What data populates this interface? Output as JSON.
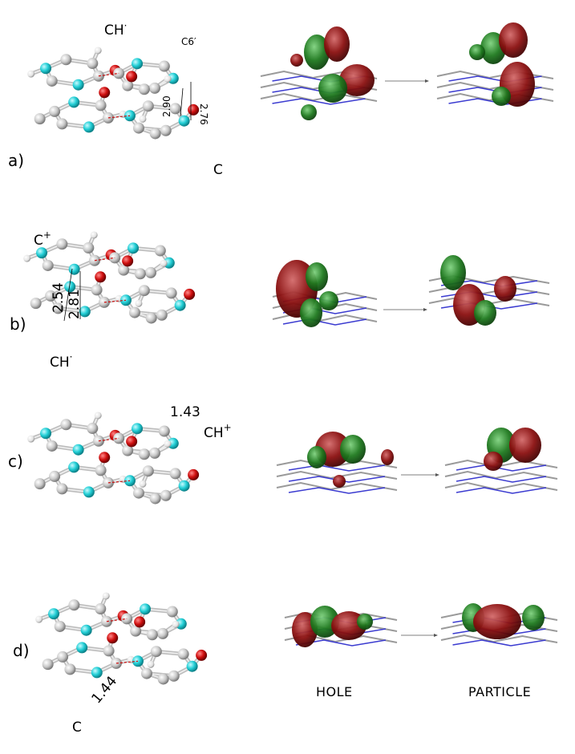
{
  "panels": [
    {
      "label": "a)",
      "atom_labels": [
        "CH",
        "C6′",
        "C"
      ],
      "charge_sup": "·",
      "distances": [
        "2.90",
        "2.76"
      ]
    },
    {
      "label": "b)",
      "atom_labels": [
        "C",
        "CH"
      ],
      "charge_sup": [
        "+",
        "·"
      ],
      "distances": [
        "2.54",
        "2.81"
      ]
    },
    {
      "label": "c)",
      "atom_labels": [
        "CH"
      ],
      "charge_sup": "+",
      "distances": [
        "1.43"
      ]
    },
    {
      "label": "d)",
      "atom_labels": [
        "C"
      ],
      "distances": [
        "1.44"
      ]
    }
  ],
  "captions": {
    "hole": "HOLE",
    "particle": "PARTICLE"
  },
  "colors": {
    "carbon": "#c8c8c8",
    "nitrogen": "#22cfd6",
    "oxygen": "#d01010",
    "hydrogen": "#e6e6e6",
    "hbond": "#d01010",
    "lobe_green": "#1f7a1f",
    "lobe_red": "#8b1010",
    "bond": "#bdbdbd"
  }
}
